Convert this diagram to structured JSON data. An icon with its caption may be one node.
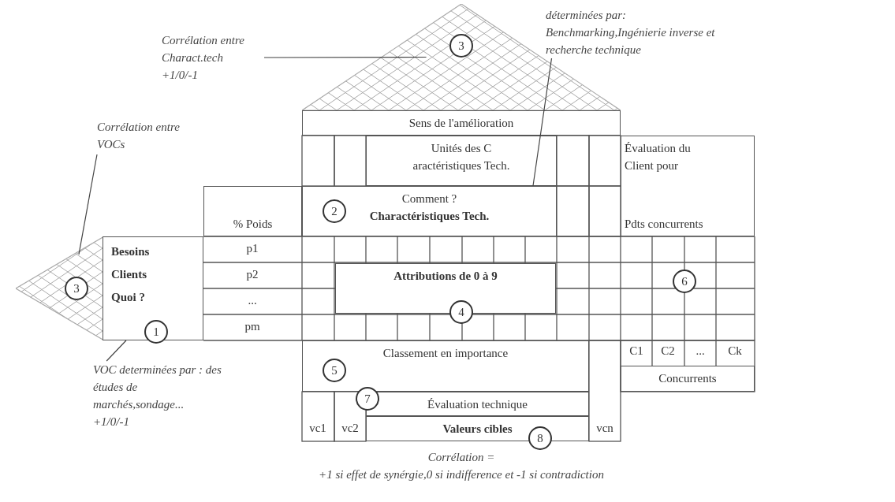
{
  "diagram": {
    "nodes": [
      {
        "text": [],
        "shape": "triangle"
      },
      {
        "text": [
          "3"
        ],
        "in": 0
      },
      {
        "text": [
          "Corrélation entre Charact.tech",
          "+1/0/-1"
        ]
      },
      {
        "text": [
          "déterminées par: Benchmarking,Ingénierie inverse et recherche technique"
        ]
      },
      {
        "text": [
          "Sens de l'amélioration"
        ]
      },
      {
        "text": [
          "Unités des C aractéristiques Tech."
        ]
      },
      {
        "text": [
          "Corrélation entre VOCs"
        ]
      },
      {
        "text": [
          "% Poids"
        ]
      },
      {
        "text": [
          "Comment ?",
          "Charactéristiques Tech."
        ]
      },
      {
        "text": [
          "2"
        ],
        "in": 8
      },
      {
        "text": [
          "Évaluation du Client pour",
          "Pdts concurrents"
        ]
      },
      {
        "text": [],
        "shape": "triangle"
      },
      {
        "text": [
          "3"
        ],
        "in": 11
      },
      {
        "text": [
          "Besoins Clients Quoi ?"
        ]
      },
      {
        "text": [
          "Attributions de 0 à 9"
        ]
      },
      {
        "text": [
          "6"
        ]
      },
      {
        "text": [
          "4"
        ]
      },
      {
        "text": [
          "1"
        ]
      },
      {
        "text": [
          "Classement en importance"
        ]
      },
      {
        "text": [
          "5"
        ],
        "in": 18
      },
      {
        "text": [
          "Concurrents"
        ]
      },
      {
        "text": [
          "7"
        ]
      },
      {
        "text": [
          "Évaluation technique"
        ]
      },
      {
        "text": [
          "VOC determinées par : des études de marchés,sondage...",
          "+1/0/-1"
        ]
      },
      {
        "text": [
          "Valeurs cibles"
        ]
      },
      {
        "text": [
          "8"
        ]
      }
    ],
    "edges": [
      {
        "from": 2,
        "to": 0,
        "arrow": "none"
      },
      {
        "from": 3,
        "to": 8,
        "arrow": "none"
      },
      {
        "from": 6,
        "to": 11,
        "arrow": "none"
      },
      {
        "from": 23,
        "to": 13,
        "arrow": "none"
      }
    ],
    "labels": [
      "p1",
      "p2",
      "...",
      "pm",
      "C1",
      "C2",
      "...",
      "Ck",
      "vc1",
      "vc2",
      "vcn",
      "Corrélation =",
      "+1 si effet de synérgie,0 si indifference et -1 si contradiction"
    ]
  }
}
